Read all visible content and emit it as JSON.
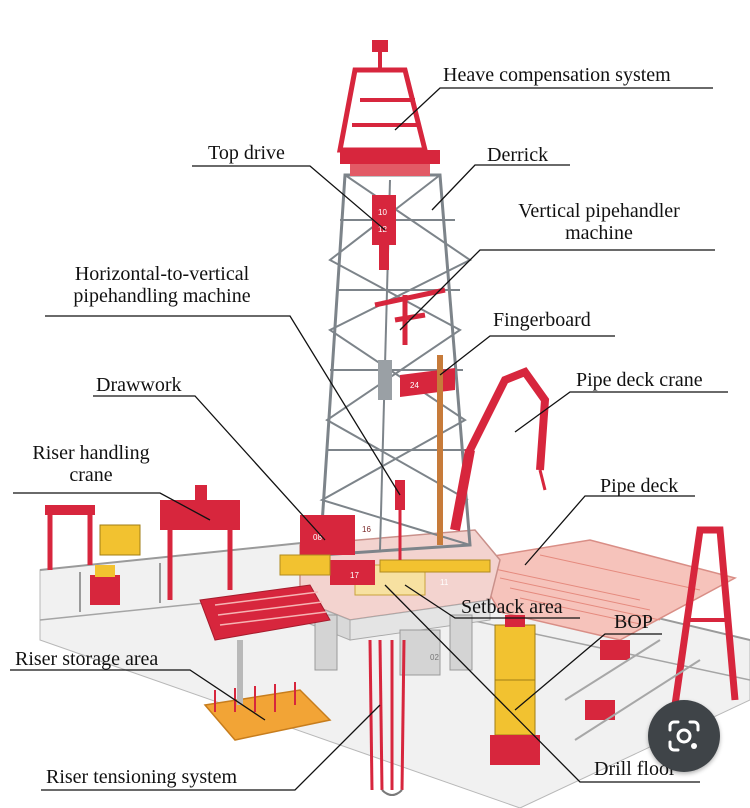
{
  "colors": {
    "structure_red": "#d7263d",
    "steel_grey": "#8c9196",
    "deck_pink": "#f4b6ae",
    "deck_floor": "#e9e9e9",
    "leader_line": "#111111",
    "yellow": "#f2c230"
  },
  "labels": {
    "heave_compensation": "Heave compensation system",
    "top_drive": "Top drive",
    "derrick": "Derrick",
    "vertical_pipehandler_line1": "Vertical pipehandler",
    "vertical_pipehandler_line2": "machine",
    "horizontal_vertical_line1": "Horizontal-to-vertical",
    "horizontal_vertical_line2": "pipehandling machine",
    "fingerboard": "Fingerboard",
    "drawwork": "Drawwork",
    "pipe_deck_crane": "Pipe deck crane",
    "riser_handling_line1": "Riser handling",
    "riser_handling_line2": "crane",
    "pipe_deck": "Pipe deck",
    "setback_area": "Setback area",
    "bop": "BOP",
    "riser_storage": "Riser storage area",
    "riser_tensioning": "Riser tensioning system",
    "drill_floor": "Drill floor"
  },
  "markings": {
    "m10": "10",
    "m12": "12",
    "m24": "24",
    "m16": "16",
    "m08": "08",
    "m17": "17",
    "m11": "11",
    "m02": "02"
  },
  "overlay": {
    "icon": "google-lens-icon"
  }
}
